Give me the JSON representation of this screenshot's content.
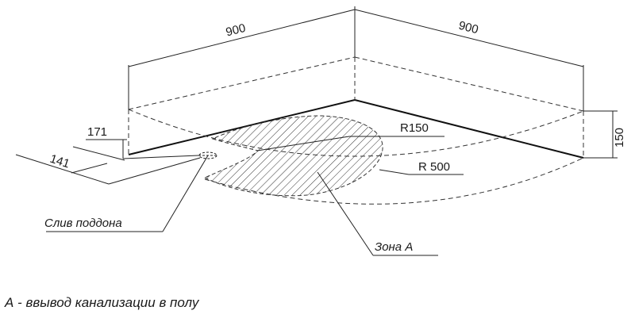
{
  "dimensions": {
    "width_left": "900",
    "width_right": "900",
    "height": "150",
    "offset_171": "171",
    "offset_141": "141"
  },
  "annotations": {
    "radius_small": "R150",
    "radius_large": "R 500",
    "drain": "Слив поддона",
    "zone": "Зона А"
  },
  "legend": "А - ввывод канализации в полу"
}
